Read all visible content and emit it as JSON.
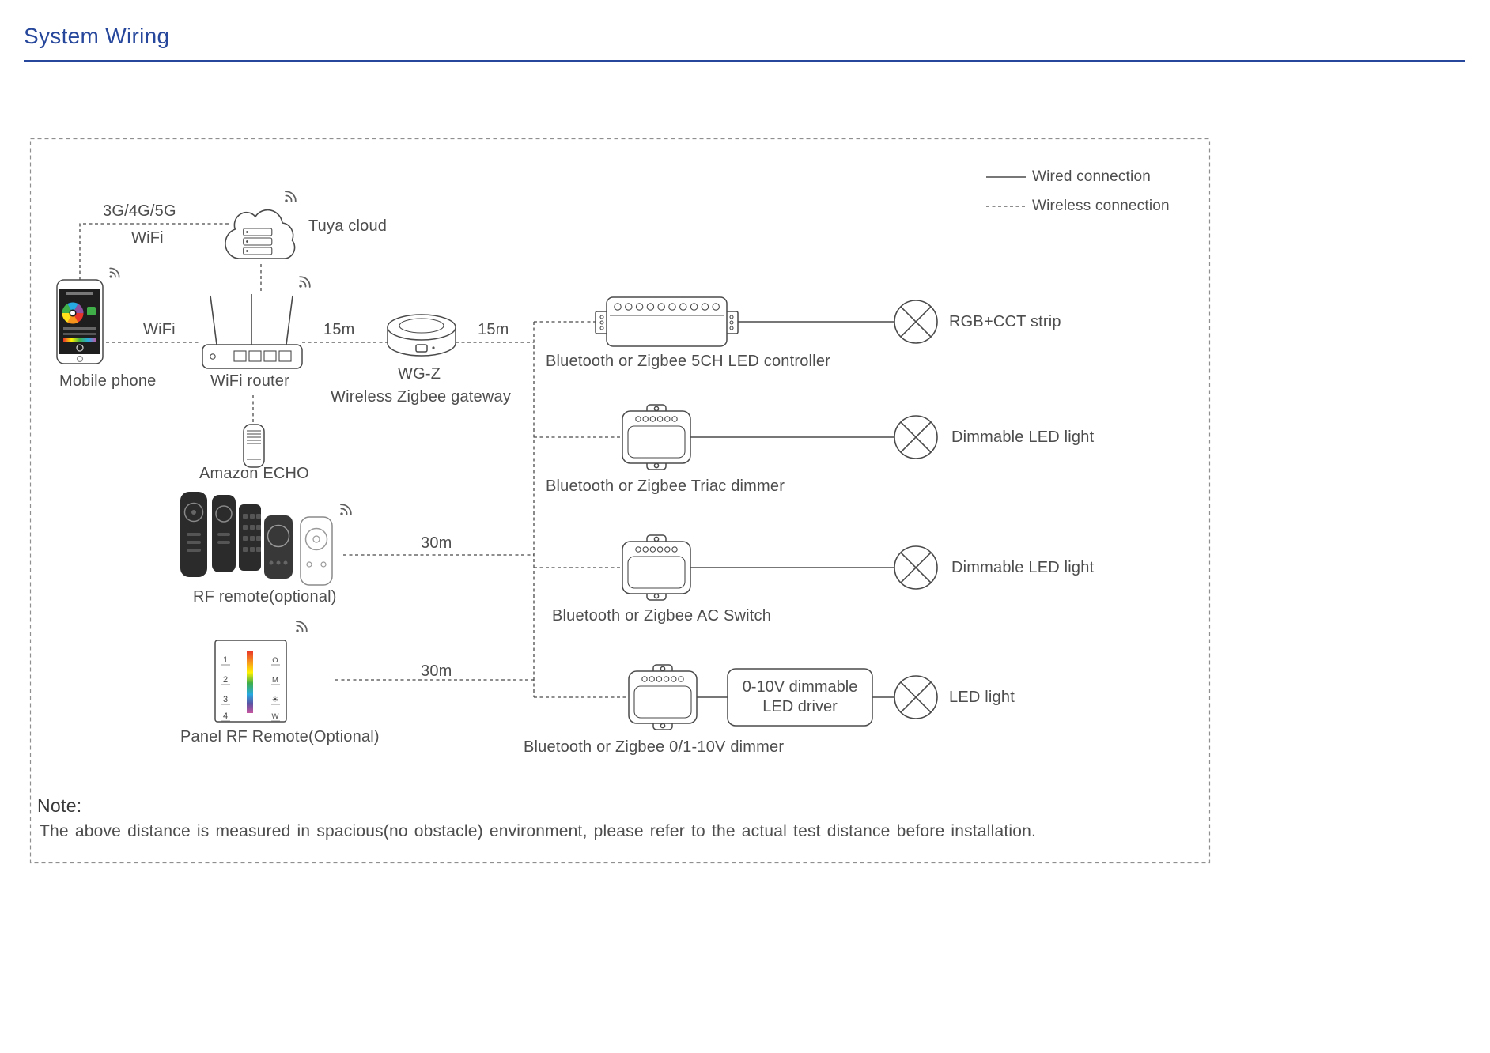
{
  "title": "System Wiring",
  "legend": {
    "wired": "Wired connection",
    "wireless": "Wireless connection"
  },
  "nodes": {
    "network": "3G/4G/5G",
    "wifi_cloud": "WiFi",
    "tuya_cloud": "Tuya cloud",
    "mobile_phone": "Mobile phone",
    "wifi_link": "WiFi",
    "wifi_router": "WiFi router",
    "gateway_name": "WG-Z",
    "gateway_desc": "Wireless Zigbee gateway",
    "amazon_echo": "Amazon ECHO",
    "rf_remote": "RF remote(optional)",
    "panel_remote": "Panel RF Remote(Optional)"
  },
  "distances": {
    "router_gateway": "15m",
    "gateway_devices": "15m",
    "rf_remote": "30m",
    "panel_remote": "30m"
  },
  "devices": {
    "ch5": {
      "label": "Bluetooth or Zigbee 5CH LED controller",
      "load": "RGB+CCT strip"
    },
    "triac": {
      "label": "Bluetooth or Zigbee Triac dimmer",
      "load": "Dimmable LED light"
    },
    "ac_switch": {
      "label": "Bluetooth or Zigbee AC Switch",
      "load": "Dimmable LED light"
    },
    "dimmer010": {
      "label": "Bluetooth or Zigbee 0/1-10V dimmer",
      "load": "LED light",
      "driver_line1": "0-10V dimmable",
      "driver_line2": "LED driver"
    }
  },
  "panel_keys": {
    "numbers": [
      "1",
      "2",
      "3",
      "4"
    ],
    "functions": [
      "O",
      "M",
      "☀",
      "W"
    ]
  },
  "note": {
    "heading": "Note:",
    "body": "The above distance is measured in spacious(no obstacle) environment, please refer to the actual test distance before installation."
  },
  "colors": {
    "accent": "#26479b",
    "line": "#4a4a4a",
    "text": "#4d4d4d"
  }
}
